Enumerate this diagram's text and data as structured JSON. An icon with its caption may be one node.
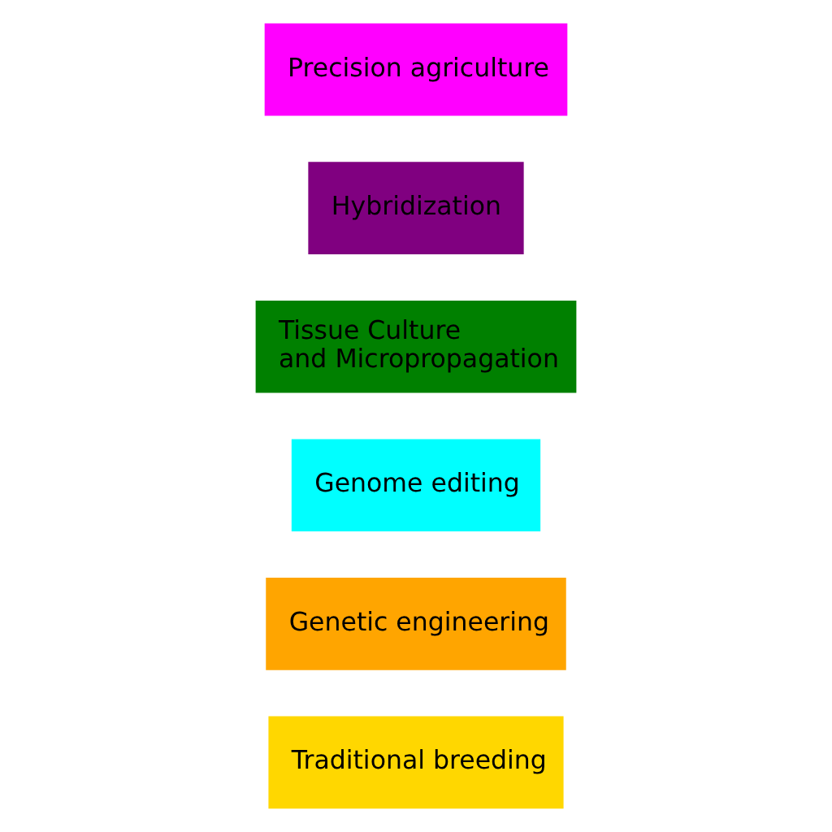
{
  "diagram": {
    "nodes": [
      {
        "text": [
          "Traditional breeding"
        ]
      },
      {
        "text": [
          "Genetic engineering"
        ]
      },
      {
        "text": [
          "Genome editing"
        ]
      },
      {
        "text": [
          "Tissue Culture and Micropropagation"
        ]
      },
      {
        "text": [
          "Hybridization"
        ]
      },
      {
        "text": [
          "Precision agriculture"
        ]
      }
    ]
  }
}
